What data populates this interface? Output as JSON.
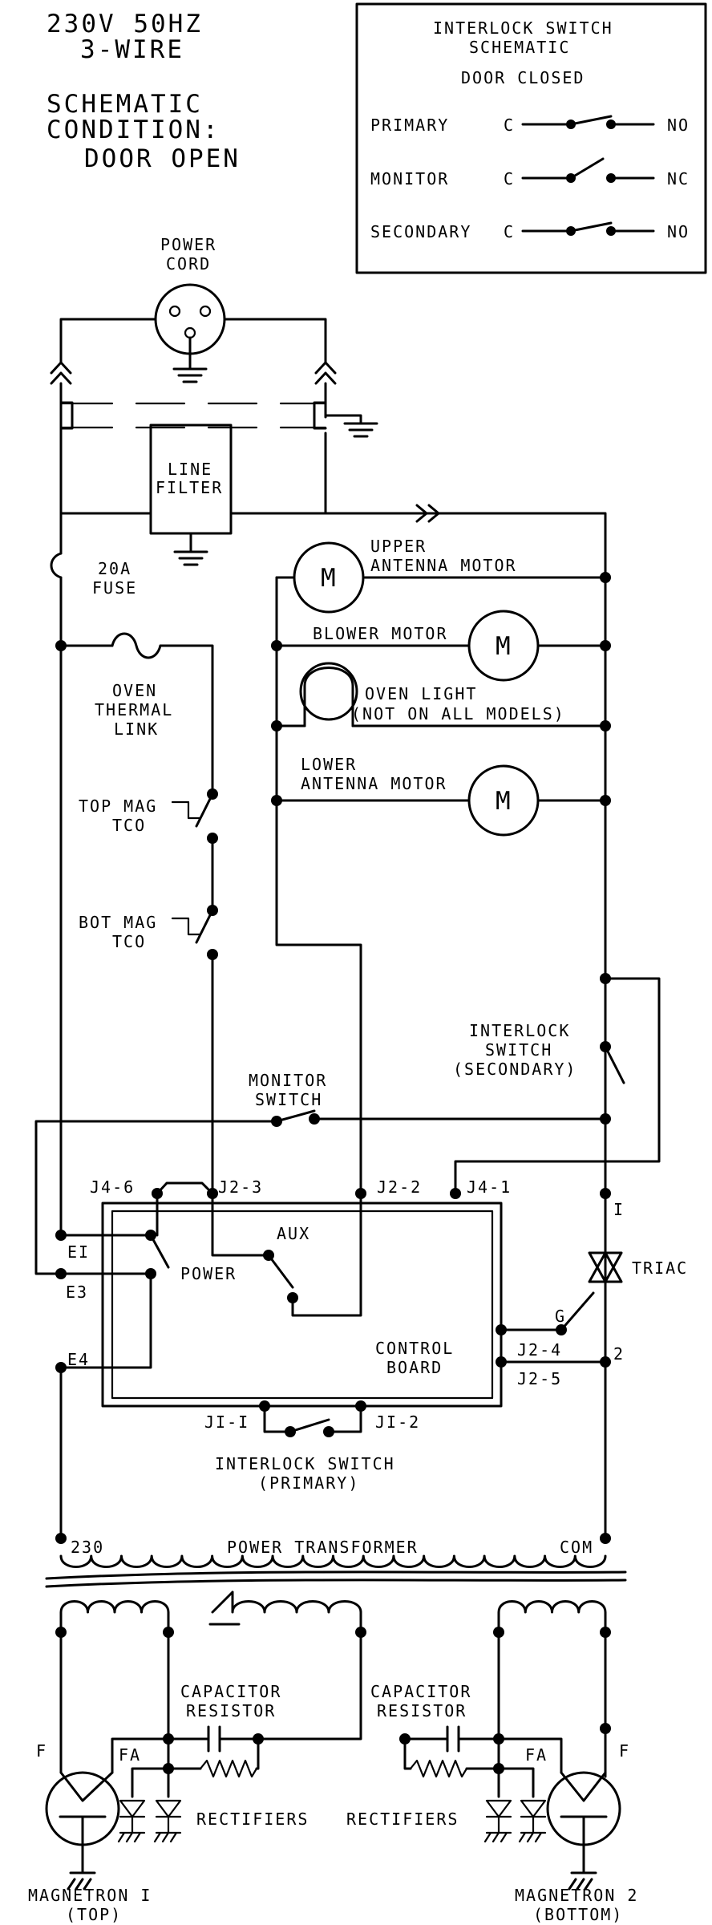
{
  "header": {
    "voltage": "230V 50HZ",
    "wire": "3-WIRE",
    "condition_line1": "SCHEMATIC",
    "condition_line2": "CONDITION:",
    "condition_line3": "DOOR OPEN"
  },
  "legend": {
    "title_line1": "INTERLOCK SWITCH",
    "title_line2": "SCHEMATIC",
    "subtitle": "DOOR CLOSED",
    "rows": [
      {
        "name": "PRIMARY",
        "common": "C",
        "state": "NO"
      },
      {
        "name": "MONITOR",
        "common": "C",
        "state": "NC"
      },
      {
        "name": "SECONDARY",
        "common": "C",
        "state": "NO"
      }
    ]
  },
  "components": {
    "power_cord_line1": "POWER",
    "power_cord_line2": "CORD",
    "line_filter_line1": "LINE",
    "line_filter_line2": "FILTER",
    "fuse_line1": "20A",
    "fuse_line2": "FUSE",
    "thermal_line1": "OVEN",
    "thermal_line2": "THERMAL",
    "thermal_line3": "LINK",
    "top_tco_line1": "TOP MAG",
    "top_tco_line2": "TCO",
    "bot_tco_line1": "BOT MAG",
    "bot_tco_line2": "TCO",
    "upper_motor_line1": "UPPER",
    "upper_motor_line2": "ANTENNA MOTOR",
    "blower_motor": "BLOWER MOTOR",
    "oven_light_line1": "OVEN LIGHT",
    "oven_light_line2": "(NOT ON ALL MODELS)",
    "lower_motor_line1": "LOWER",
    "lower_motor_line2": "ANTENNA MOTOR",
    "motor_symbol": "M",
    "interlock_secondary_line1": "INTERLOCK",
    "interlock_secondary_line2": "SWITCH",
    "interlock_secondary_line3": "(SECONDARY)",
    "monitor_line1": "MONITOR",
    "monitor_line2": "SWITCH",
    "triac": "TRIAC",
    "triac_t1": "I",
    "triac_t2": "2",
    "triac_gate": "G",
    "interlock_primary_line1": "INTERLOCK SWITCH",
    "interlock_primary_line2": "(PRIMARY)",
    "transformer": "POWER TRANSFORMER",
    "transformer_230": "230",
    "transformer_com": "COM",
    "capacitor_line1": "CAPACITOR",
    "capacitor_line2": "RESISTOR",
    "rectifiers": "RECTIFIERS",
    "f": "F",
    "fa": "FA",
    "magnetron1_line1": "MAGNETRON I",
    "magnetron1_line2": "(TOP)",
    "magnetron2_line1": "MAGNETRON 2",
    "magnetron2_line2": "(BOTTOM)"
  },
  "control_board": {
    "line1": "CONTROL",
    "line2": "BOARD",
    "power": "POWER",
    "aux": "AUX",
    "pins": {
      "j4_6": "J4-6",
      "j2_3": "J2-3",
      "j2_2": "J2-2",
      "j4_1": "J4-1",
      "e1": "EI",
      "e3": "E3",
      "e4": "E4",
      "j2_4": "J2-4",
      "j2_5": "J2-5",
      "j1_1": "JI-I",
      "j1_2": "JI-2"
    }
  }
}
